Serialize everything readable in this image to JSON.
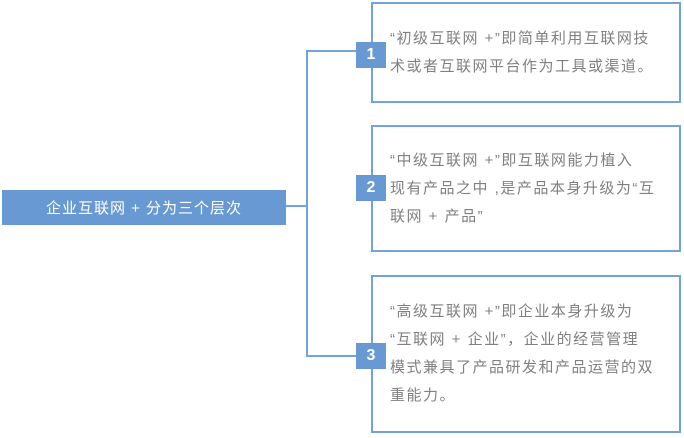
{
  "diagram": {
    "root": {
      "label": "企业互联网 + 分为三个层次"
    },
    "levels": [
      {
        "number": "1",
        "text": "“初级互联网 +”即简单利用互联网技\n术或者互联网平台作为工具或渠道。"
      },
      {
        "number": "2",
        "text": "“中级互联网 +”即互联网能力植入\n现有产品之中 ,是产品本身升级为“互\n联网 + 产品”"
      },
      {
        "number": "3",
        "text": "“高级互联网 +”即企业本身升级为\n“互联网 + 企业”，企业的经营管理\n模式兼具了产品研发和产品运营的双\n重能力。"
      }
    ],
    "colors": {
      "node_fill": "#6899D2",
      "box_border": "#74A2DA",
      "body_text": "#808080",
      "node_text": "#FFFFFF",
      "background": "#FFFFFF"
    }
  }
}
